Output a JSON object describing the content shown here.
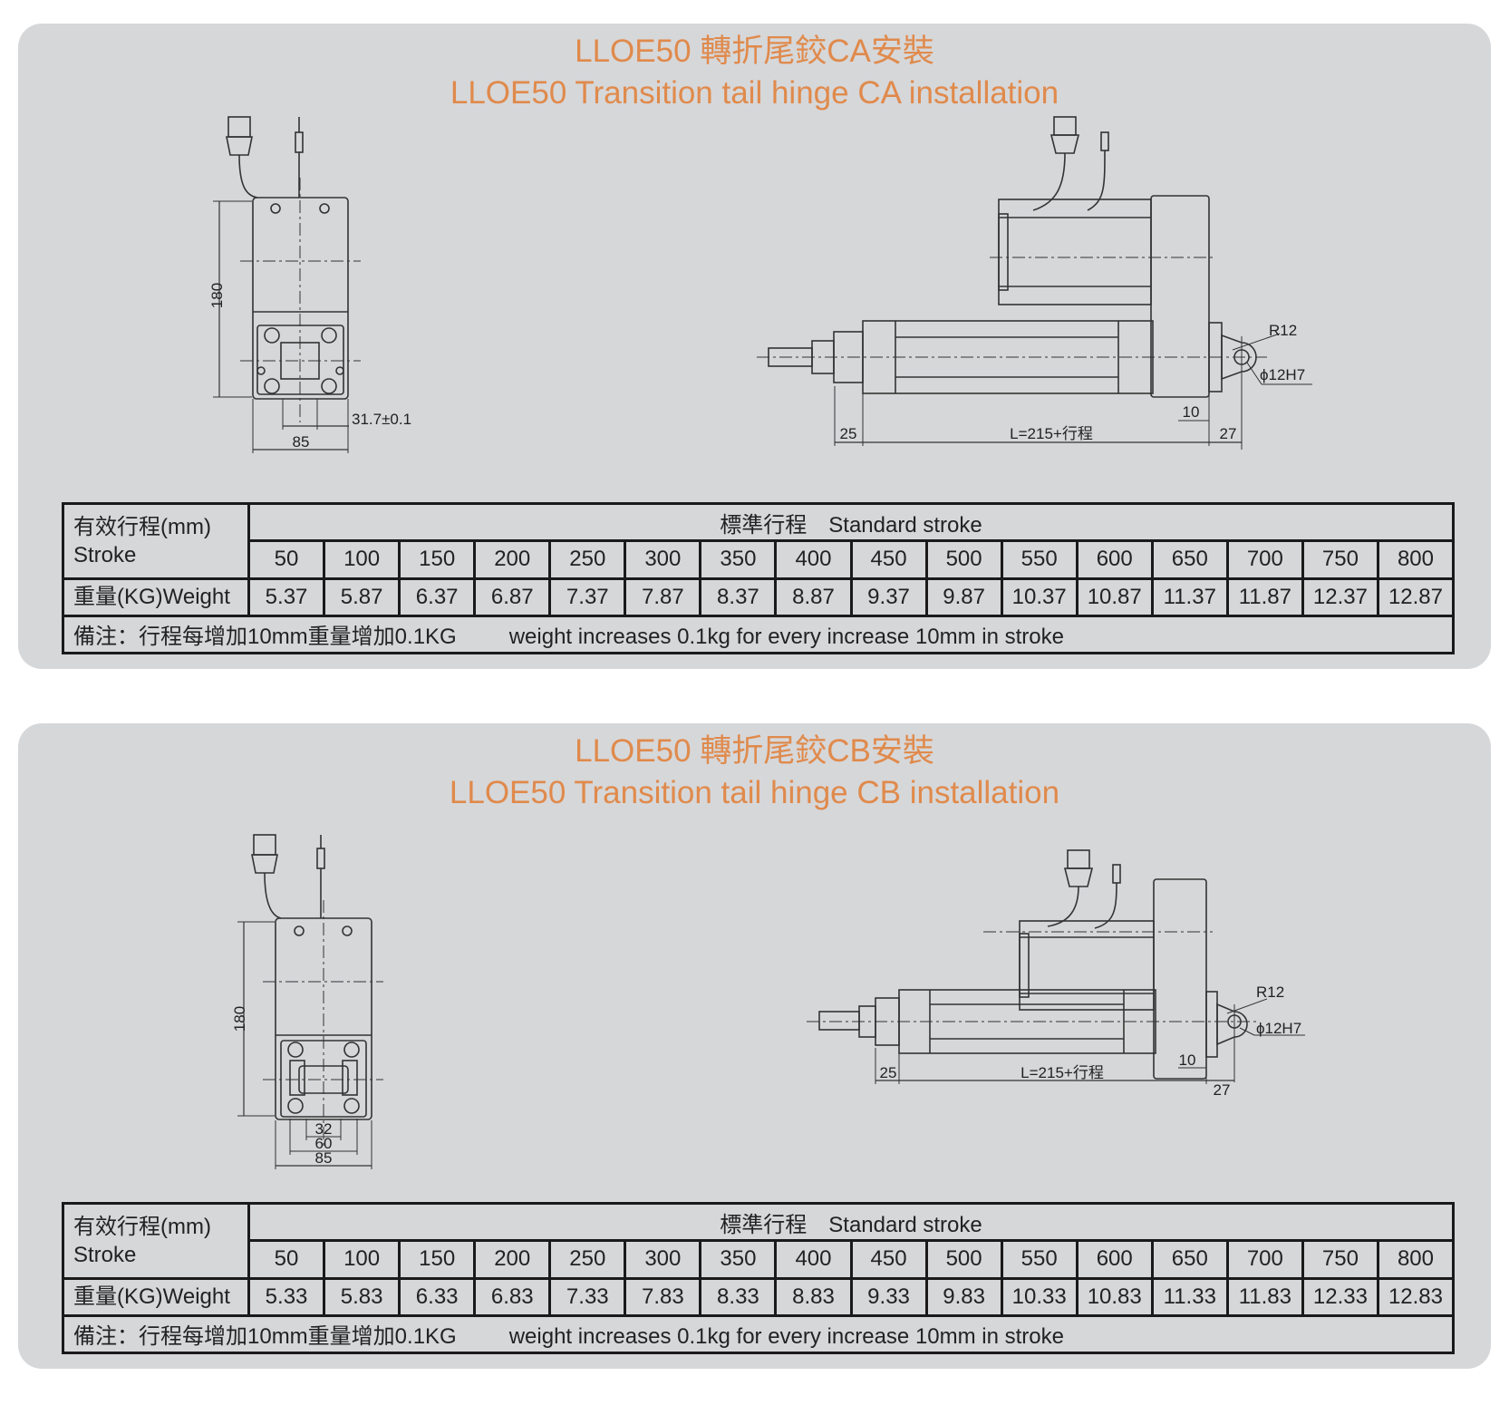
{
  "panels": [
    {
      "id": "ca",
      "title_cn": "LLOE50 轉折尾鉸CA安裝",
      "title_en": "LLOE50 Transition tail hinge CA installation",
      "front_view": {
        "height_dim": "180",
        "width_dim": "85",
        "inner_dims": [
          "31.7±0.1"
        ]
      },
      "side_view": {
        "radius_label": "R12",
        "bore_label": "ϕ12H7",
        "dim_left": "25",
        "dim_length": "L=215+行程",
        "dim_offset": "10",
        "dim_right": "27"
      },
      "table": {
        "header_cn": "有效行程(mm)",
        "header_en": "Stroke",
        "group_label": "標準行程　Standard stroke",
        "weight_label": "重量(KG)Weight",
        "strokes": [
          "50",
          "100",
          "150",
          "200",
          "250",
          "300",
          "350",
          "400",
          "450",
          "500",
          "550",
          "600",
          "650",
          "700",
          "750",
          "800"
        ],
        "weights": [
          "5.37",
          "5.87",
          "6.37",
          "6.87",
          "7.37",
          "7.87",
          "8.37",
          "8.87",
          "9.37",
          "9.87",
          "10.37",
          "10.87",
          "11.37",
          "11.87",
          "12.37",
          "12.87"
        ],
        "note_cn": "備注：行程每增加10mm重量增加0.1KG",
        "note_en": "weight increases 0.1kg for every increase 10mm in stroke"
      }
    },
    {
      "id": "cb",
      "title_cn": "LLOE50 轉折尾鉸CB安裝",
      "title_en": "LLOE50 Transition tail hinge CB installation",
      "front_view": {
        "height_dim": "180",
        "width_dim": "85",
        "inner_dims": [
          "32",
          "60"
        ]
      },
      "side_view": {
        "radius_label": "R12",
        "bore_label": "ϕ12H7",
        "dim_left": "25",
        "dim_length": "L=215+行程",
        "dim_offset": "10",
        "dim_right": "27"
      },
      "table": {
        "header_cn": "有效行程(mm)",
        "header_en": "Stroke",
        "group_label": "標準行程　Standard stroke",
        "weight_label": "重量(KG)Weight",
        "strokes": [
          "50",
          "100",
          "150",
          "200",
          "250",
          "300",
          "350",
          "400",
          "450",
          "500",
          "550",
          "600",
          "650",
          "700",
          "750",
          "800"
        ],
        "weights": [
          "5.33",
          "5.83",
          "6.33",
          "6.83",
          "7.33",
          "7.83",
          "8.33",
          "8.83",
          "9.33",
          "9.83",
          "10.33",
          "10.83",
          "11.33",
          "11.83",
          "12.33",
          "12.83"
        ],
        "note_cn": "備注：行程每增加10mm重量增加0.1KG",
        "note_en": "weight increases 0.1kg for every increase 10mm in stroke"
      }
    }
  ]
}
